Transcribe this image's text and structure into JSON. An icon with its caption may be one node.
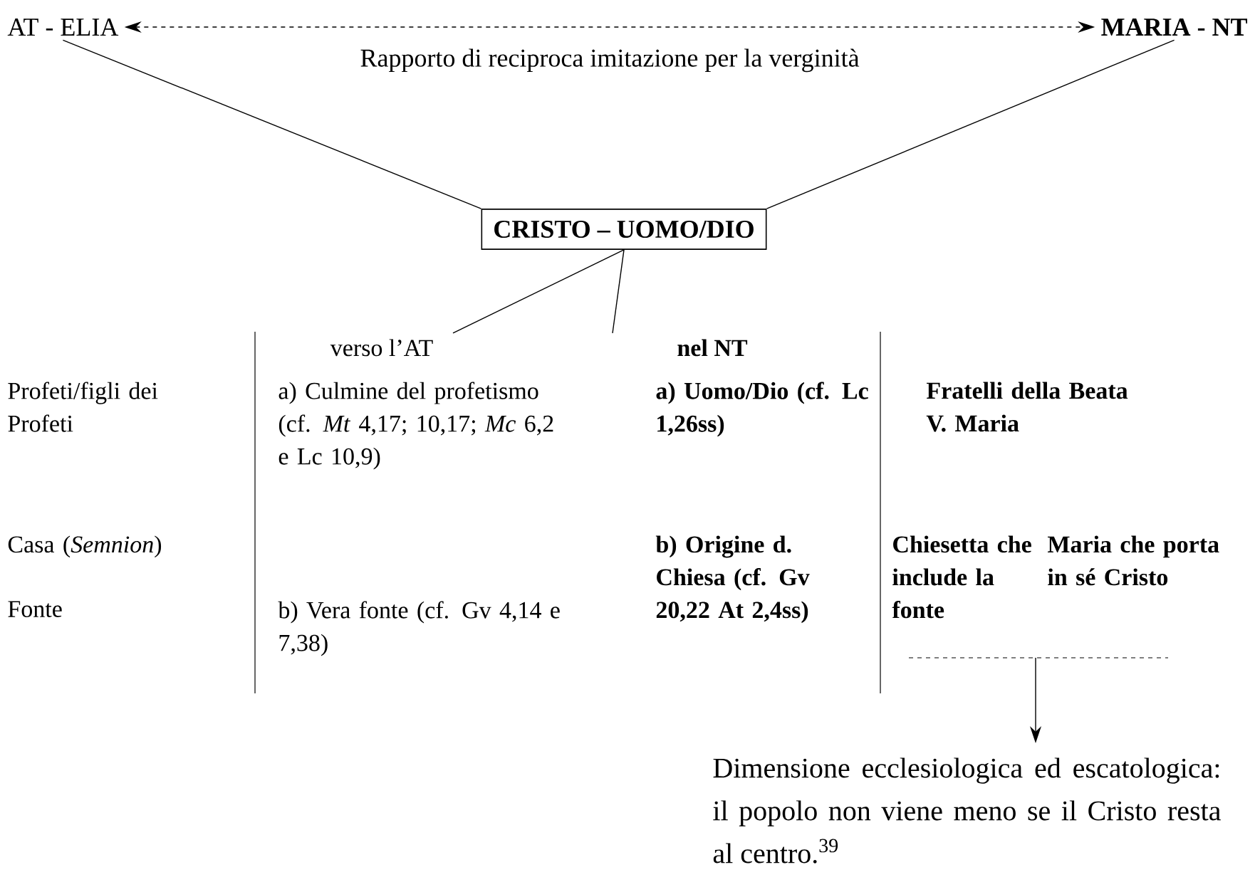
{
  "diagram": {
    "nodes": [
      {
        "text": [
          "AT - ELIA"
        ]
      },
      {
        "text": [
          "MARIA - NT"
        ]
      },
      {
        "text": [
          "CRISTO – UOMO/DIO"
        ]
      },
      {
        "text": [
          "verso l’AT"
        ]
      },
      {
        "text": [
          "nel NT"
        ]
      },
      {
        "text": [
          "Dimensione ecclesiologica ed escatologica: il popolo non viene meno se il Cristo resta al centro.$^{39}$"
        ]
      }
    ],
    "edges": [
      {
        "from": 0,
        "to": 1,
        "arrow": "both",
        "style": "dashed",
        "label": "Rapporto di reciproca imitazione per la verginità"
      },
      {
        "from": 0,
        "to": 2,
        "arrow": "none"
      },
      {
        "from": 1,
        "to": 2,
        "arrow": "none"
      },
      {
        "from": 2,
        "to": 3,
        "arrow": "none"
      },
      {
        "from": 2,
        "to": 4,
        "arrow": "none"
      },
      {
        "from": null,
        "to": 5,
        "arrow": "to"
      }
    ],
    "labels": [
      "Profeti/figli dei Profeti",
      "a) Culmine del profetismo (cf. *Mt* 4,17; 10,17; *Mc* 6,2 e Lc 10,9)",
      "a) Uomo/Dio (cf. Lc 1,26ss)",
      "Fratelli della Beata V. Maria",
      "Casa (*Semnion*)",
      "b) Origine d. Chiesa (cf. Gv 20,22 At 2,4ss)",
      "Chiesetta che include la fonte",
      "Maria che porta in sé Cristo",
      "Fonte",
      "b) Vera fonte (cf. Gv 4,14 e 7,38)"
    ]
  }
}
